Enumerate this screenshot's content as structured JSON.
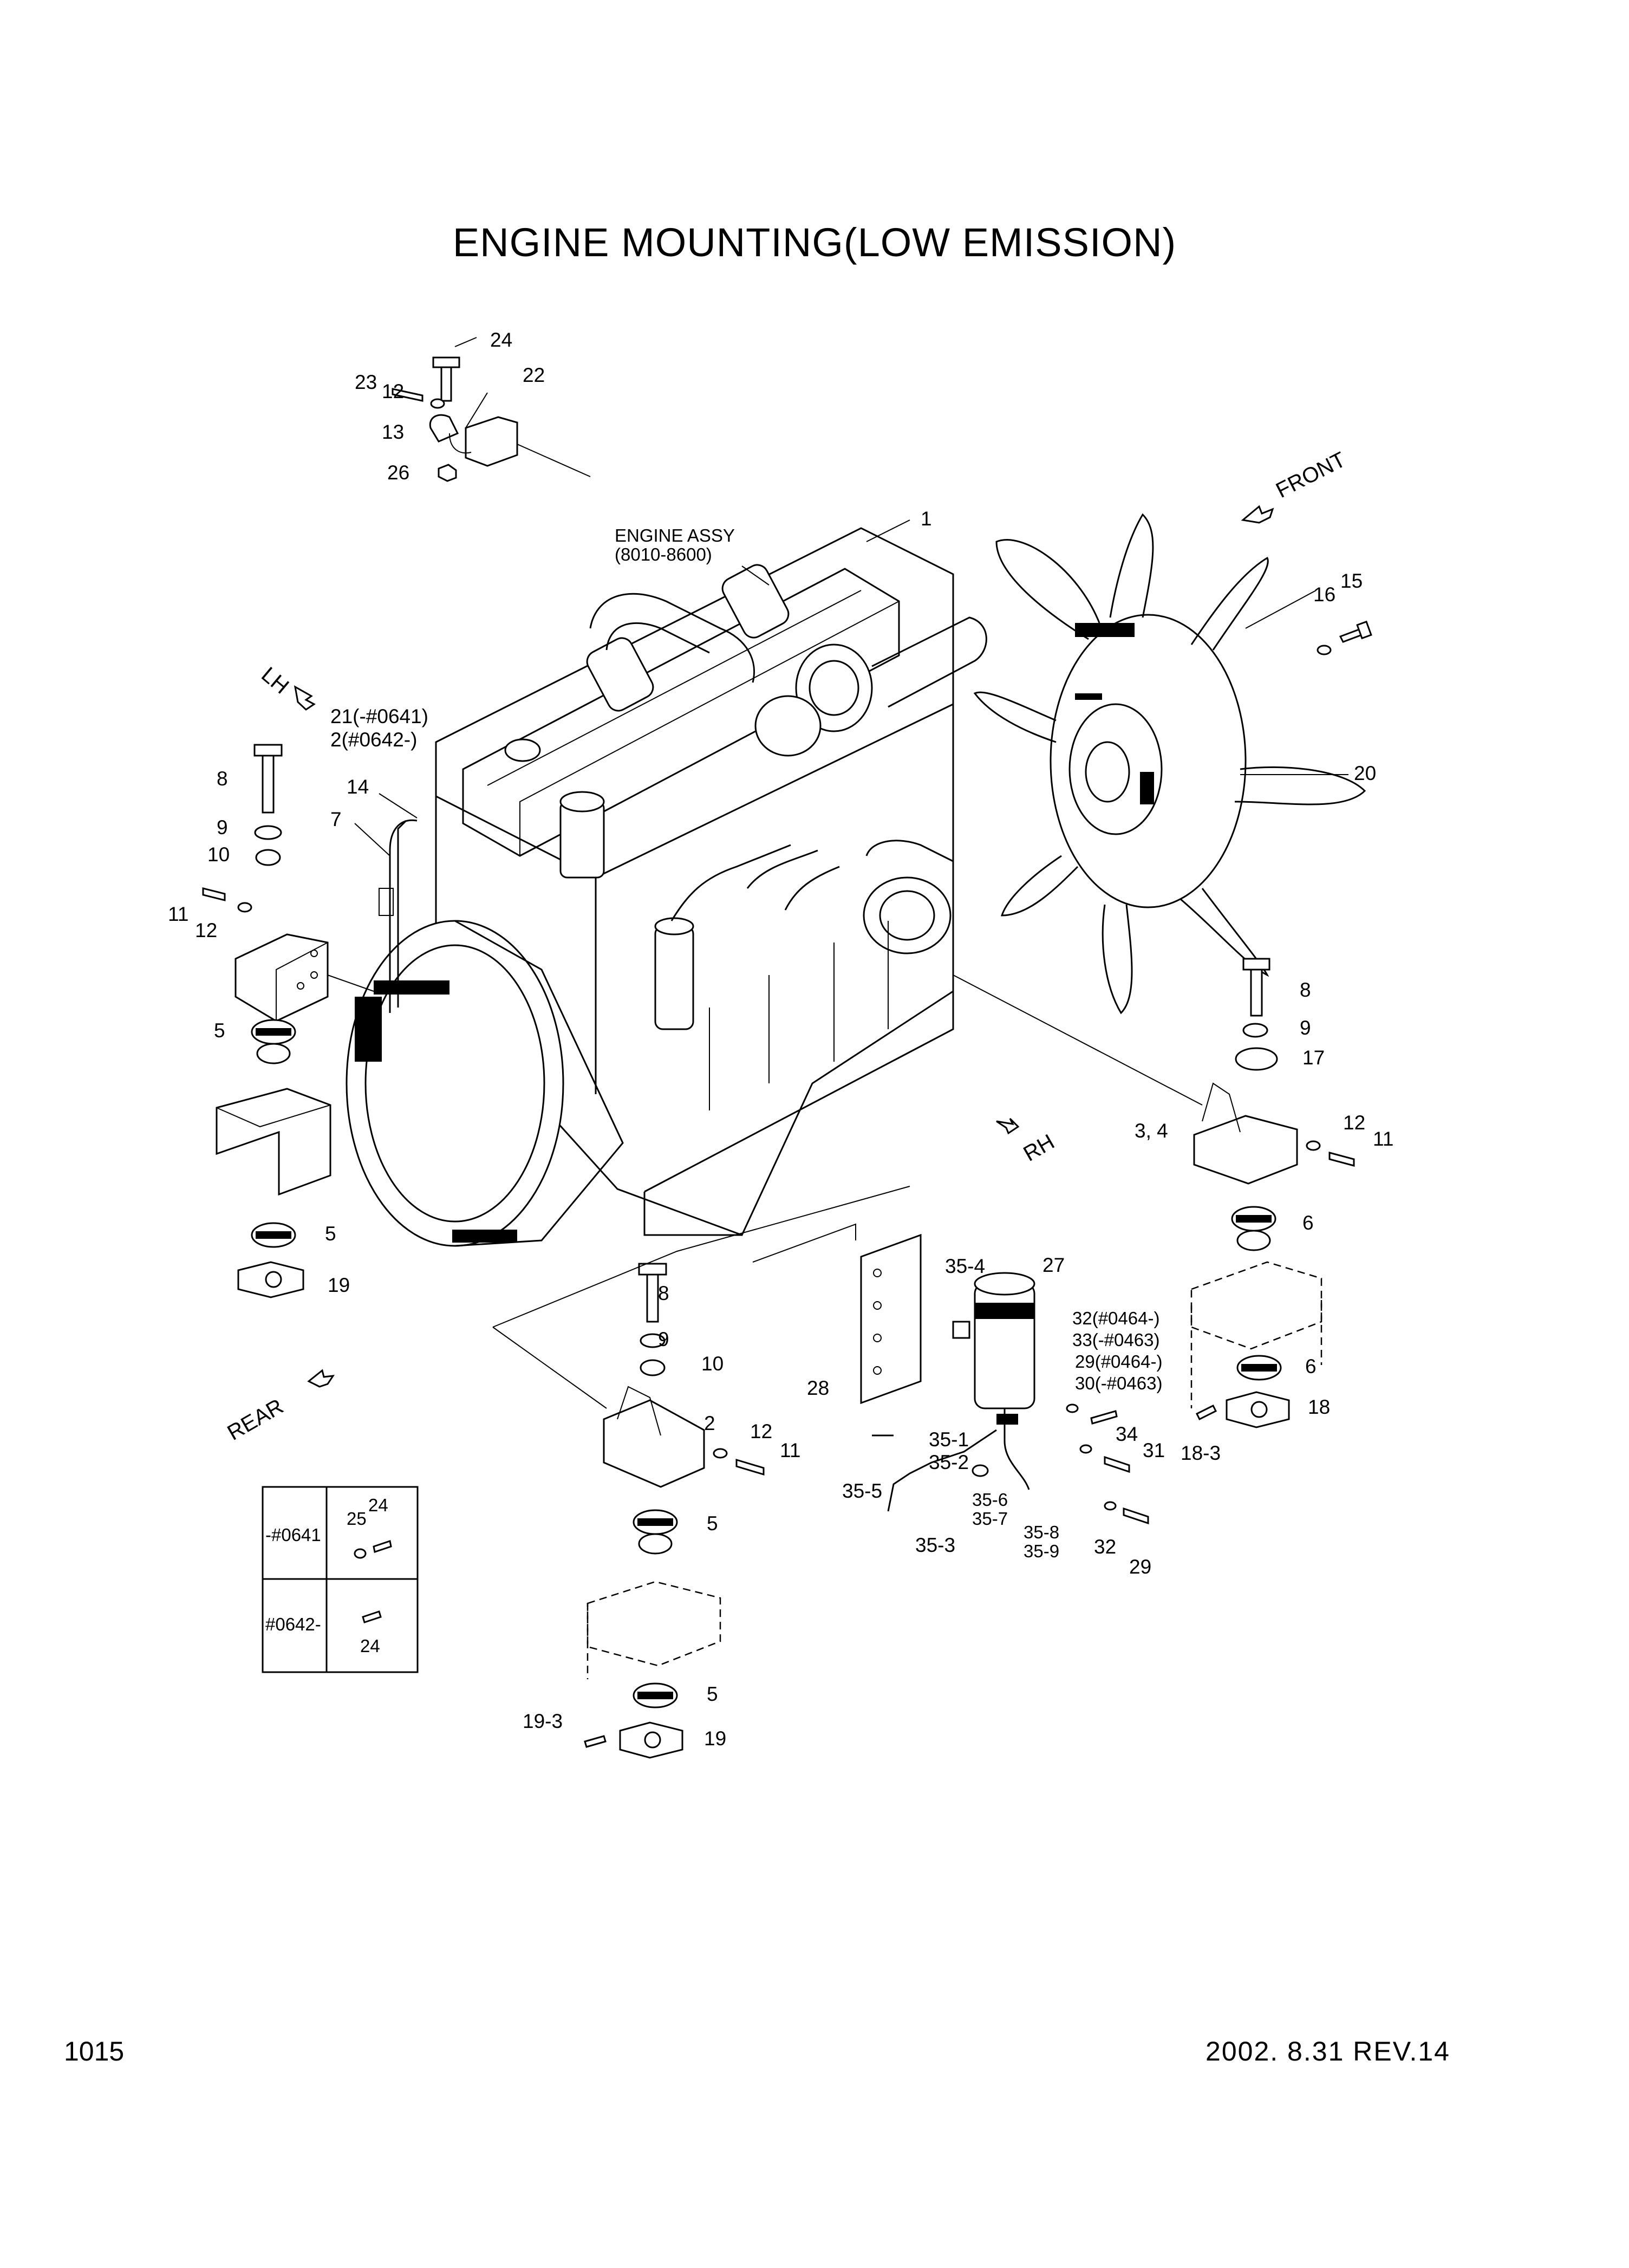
{
  "title": "ENGINE MOUNTING(LOW EMISSION)",
  "page_number": "1015",
  "revision": "2002. 8.31 REV.14",
  "directions": {
    "front": "FRONT",
    "lh": "LH",
    "rh": "RH",
    "rear": "REAR"
  },
  "engine_assy": {
    "line1": "ENGINE ASSY",
    "line2": "(8010-8600)"
  },
  "callouts": {
    "c1": "1",
    "c2": "2",
    "c3_4": "3, 4",
    "c5a": "5",
    "c5b": "5",
    "c5c": "5",
    "c5d": "5",
    "c6a": "6",
    "c6b": "6",
    "c7": "7",
    "c8a": "8",
    "c8b": "8",
    "c8c": "8",
    "c9a": "9",
    "c9b": "9",
    "c9c": "9",
    "c10a": "10",
    "c10b": "10",
    "c11a": "11",
    "c11b": "11",
    "c11c": "11",
    "c12a": "12",
    "c12b": "12",
    "c12c": "12",
    "c12d": "12",
    "c13": "13",
    "c14": "14",
    "c15": "15",
    "c16": "16",
    "c17": "17",
    "c18": "18",
    "c18_3": "18-3",
    "c19a": "19",
    "c19b": "19",
    "c19_3": "19-3",
    "c20": "20",
    "c21_line1": "21(-#0641)",
    "c21_line2": "2(#0642-)",
    "c22": "22",
    "c23": "23",
    "c24": "24",
    "c26": "26",
    "c27": "27",
    "c28": "28",
    "c29": "29",
    "c29_line": "29(#0464-)",
    "c30_line": "30(-#0463)",
    "c31": "31",
    "c32": "32",
    "c32_line": "32(#0464-)",
    "c33_line": "33(-#0463)",
    "c34": "34",
    "c35_1": "35-1",
    "c35_2": "35-2",
    "c35_3": "35-3",
    "c35_4": "35-4",
    "c35_5": "35-5",
    "c35_6": "35-6",
    "c35_7": "35-7",
    "c35_8": "35-8",
    "c35_9": "35-9"
  },
  "variant_table": {
    "row1_label": "-#0641",
    "row1_parts": [
      "25",
      "24"
    ],
    "row2_label": "#0642-",
    "row2_parts": [
      "24"
    ]
  }
}
